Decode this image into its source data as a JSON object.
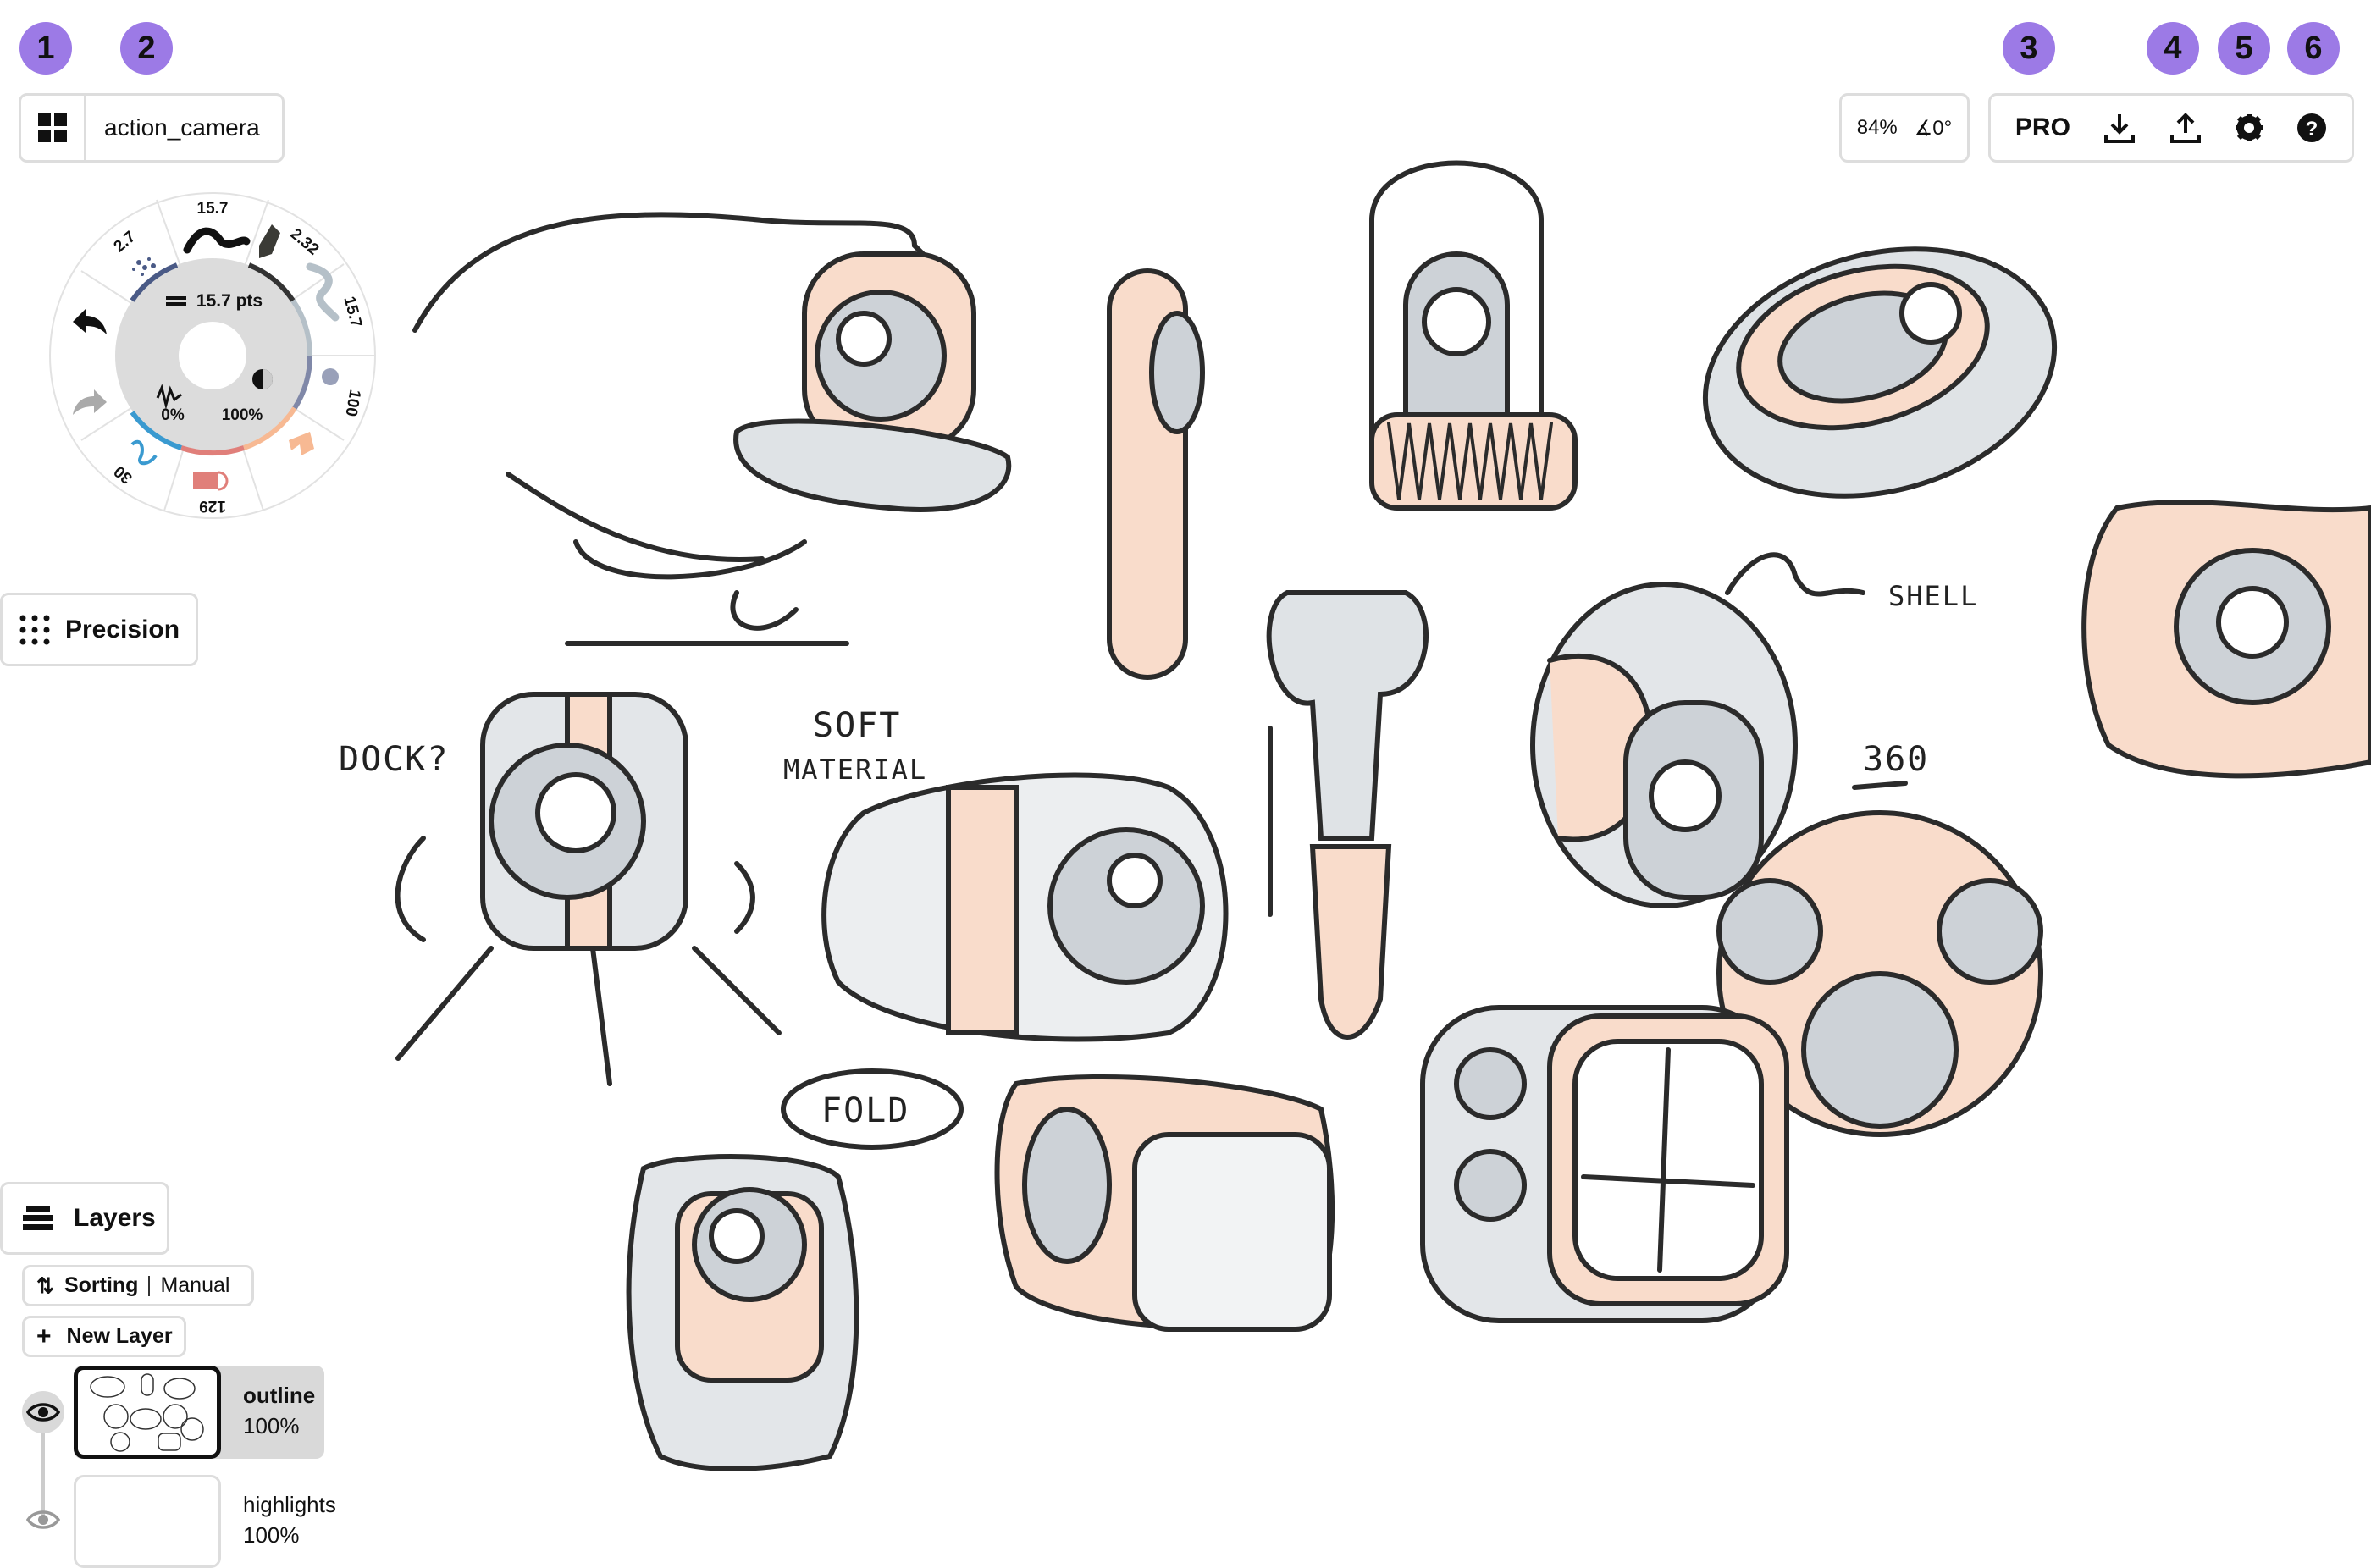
{
  "badges": [
    "1",
    "2",
    "3",
    "4",
    "5",
    "6"
  ],
  "document": {
    "title": "action_camera",
    "gallery_icon": "grid-icon"
  },
  "view": {
    "zoom": "84%",
    "rotation": "∡0°"
  },
  "toolbar": {
    "pro_label": "PRO",
    "icons": [
      "download-icon",
      "upload-icon",
      "gear-icon",
      "help-icon"
    ]
  },
  "tool_wheel": {
    "size_label": "15.7 pts",
    "smoothing": "0%",
    "opacity": "100%",
    "tools": [
      {
        "name": "airbrush",
        "value": "2.7",
        "color": "#4a5a86"
      },
      {
        "name": "pen",
        "value": "15.7",
        "color": "#111111"
      },
      {
        "name": "marker",
        "value": "2.32",
        "color": "#3b3b36"
      },
      {
        "name": "watercolor",
        "value": "15.7",
        "color": "#b5c0c8"
      },
      {
        "name": "soft-brush",
        "value": "100",
        "color": "#8088a8"
      },
      {
        "name": "highlighter",
        "value": "",
        "color": "#f7b993"
      },
      {
        "name": "eraser",
        "value": "129",
        "color": "#e07f7a"
      },
      {
        "name": "pencil",
        "value": "30",
        "color": "#3a9ad0"
      }
    ]
  },
  "precision": {
    "label": "Precision"
  },
  "layers": {
    "label": "Layers",
    "sorting_label": "Sorting",
    "sorting_value": "Manual",
    "new_layer_label": "New Layer",
    "items": [
      {
        "name": "outline",
        "opacity": "100%",
        "selected": true
      },
      {
        "name": "highlights",
        "opacity": "100%",
        "selected": false
      }
    ]
  },
  "sketch_notes": [
    "DOCK?",
    "SOFT",
    "MATERIAL",
    "SHELL",
    "360",
    "FOLD"
  ],
  "colors": {
    "badge": "#9c7ae6",
    "peach": "#f9dccb",
    "grey": "#cdd2d7",
    "ink": "#2b2b2b"
  }
}
